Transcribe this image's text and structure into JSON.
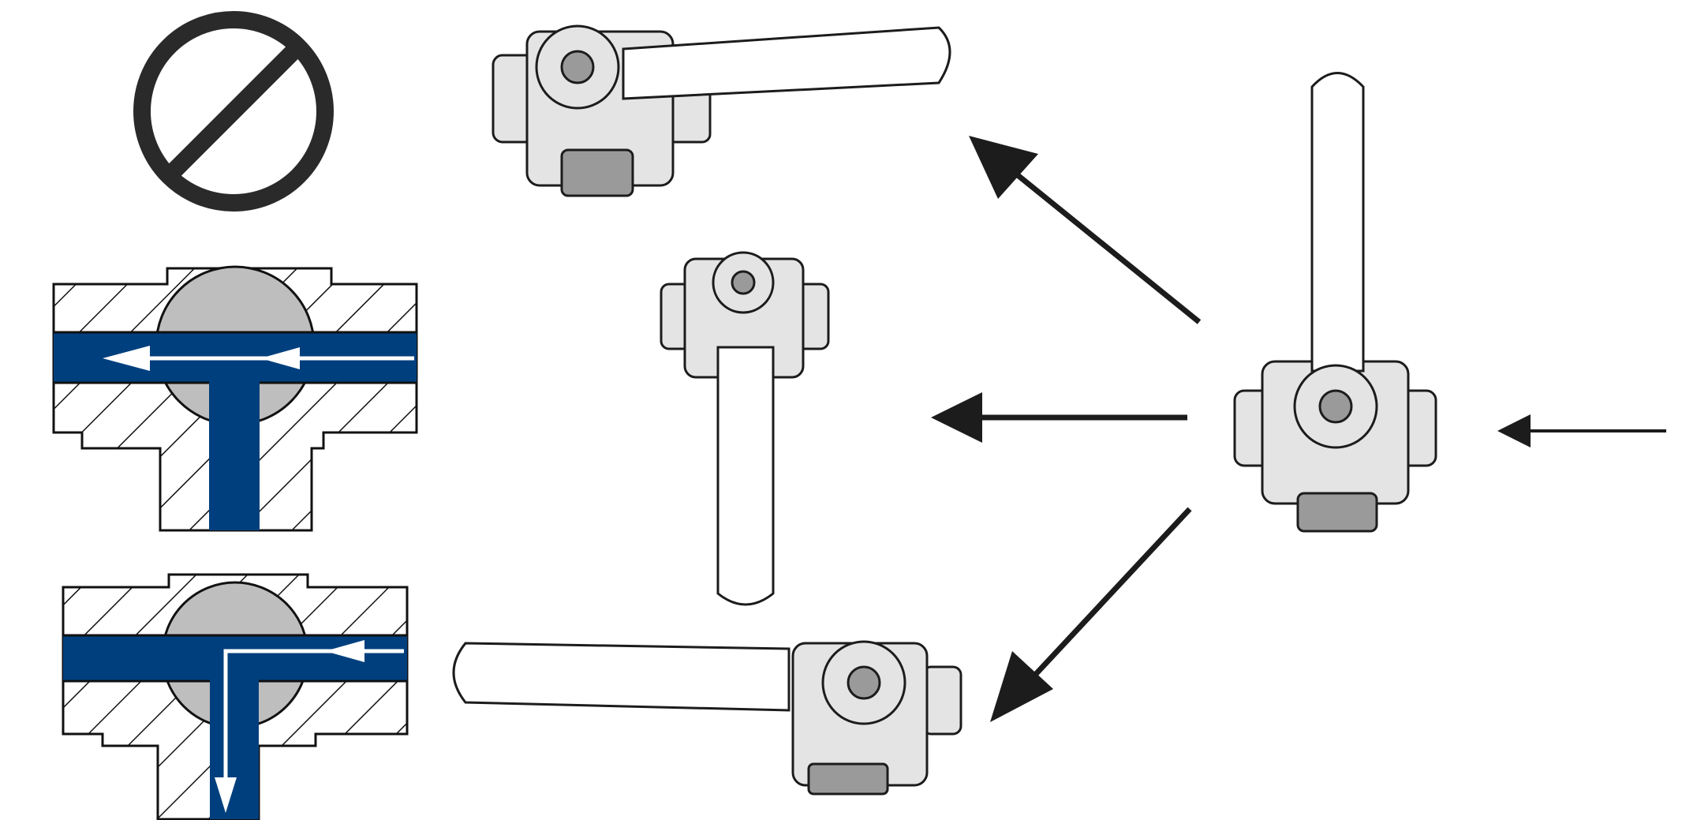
{
  "colors": {
    "flow": "#003f7d",
    "ball": "#bebebe",
    "ink": "#1c1c1c",
    "arrow_white": "#ffffff"
  },
  "icons": {
    "no_flow": "prohibited-icon",
    "arrows": "arrow-left-icon"
  },
  "flow_states": [
    {
      "name": "no-flow",
      "paths": []
    },
    {
      "name": "straight-through",
      "paths": [
        "right-to-left"
      ]
    },
    {
      "name": "l-port",
      "paths": [
        "right-to-bottom"
      ]
    }
  ],
  "valve_positions": [
    {
      "name": "lever-right"
    },
    {
      "name": "lever-down"
    },
    {
      "name": "lever-left"
    },
    {
      "name": "lever-up"
    }
  ]
}
